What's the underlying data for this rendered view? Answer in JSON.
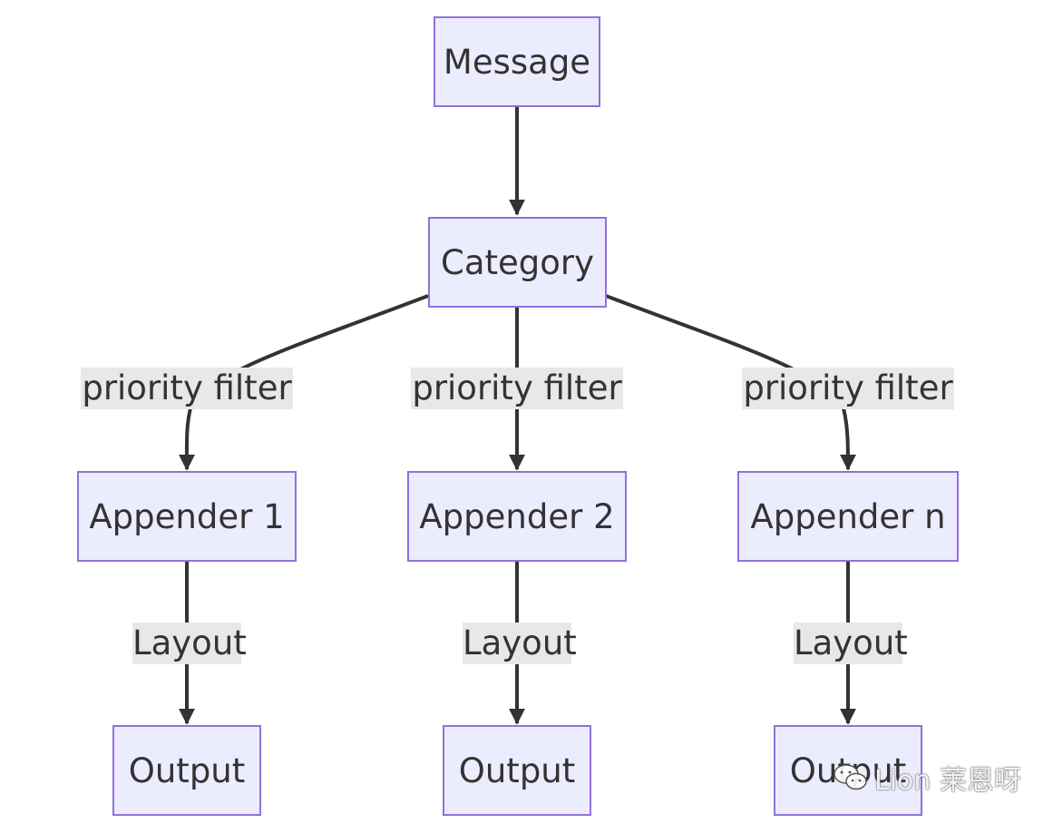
{
  "nodes": {
    "message": "Message",
    "category": "Category",
    "appender1": "Appender 1",
    "appender2": "Appender 2",
    "appendern": "Appender n",
    "output1": "Output",
    "output2": "Output",
    "output3": "Output"
  },
  "edges": {
    "filter1": "priority filter",
    "filter2": "priority filter",
    "filter3": "priority filter",
    "layout1": "Layout",
    "layout2": "Layout",
    "layout3": "Layout"
  },
  "watermark": {
    "text": "Lion 莱恩呀",
    "icon": "wechat-icon"
  },
  "colors": {
    "node_fill": "#ececff",
    "node_border": "#9370db",
    "edge": "#333333",
    "label_bg": "#e8e8e8"
  }
}
